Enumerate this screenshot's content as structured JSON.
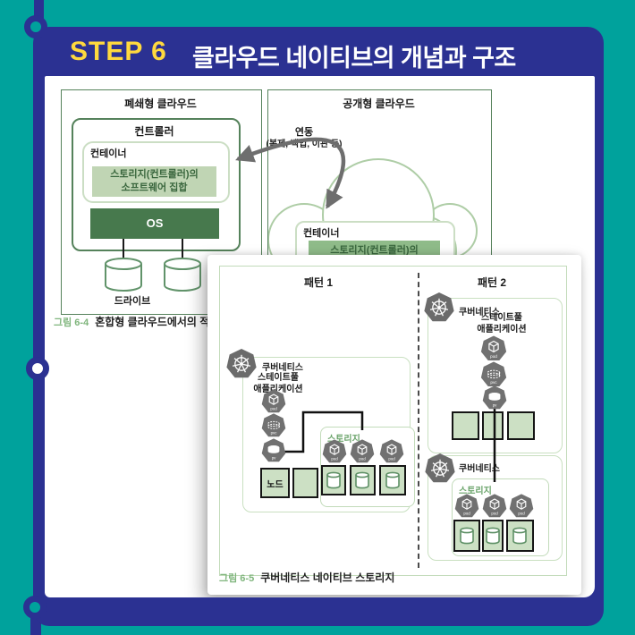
{
  "colors": {
    "teal_background": "#00A29C",
    "navy_frame": "#2B3192",
    "step_yellow": "#FFD93E",
    "green_border_dark": "#55825B",
    "green_fill_light": "#C0D5B4",
    "green_fill_mid": "#8FBB89",
    "os_green": "#47794D",
    "icon_gray": "#717171",
    "caption_green": "#7FB57C"
  },
  "header": {
    "step": "STEP 6",
    "title": "클라우드 네이티브의 개념과 구조"
  },
  "fig64": {
    "closed": {
      "title": "폐쇄형 클라우드",
      "controller": "컨트롤러",
      "container": "컨테이너",
      "software_line1": "스토리지(컨트롤러)의",
      "software_line2": "소프트웨어 집합",
      "os": "OS",
      "drive": "드라이브"
    },
    "open": {
      "title": "공개형 클라우드",
      "container": "컨테이너",
      "software": "스토리지(컨트롤러)의"
    },
    "link": {
      "title": "연동",
      "sub": "(복제, 백업, 이관 등)"
    },
    "caption": {
      "tag": "그림 6-4",
      "text": "혼합형 클라우드에서의 적"
    }
  },
  "fig65": {
    "pods": {
      "pod": "pod",
      "pvc": "pvc",
      "pv": "pv"
    },
    "p1": {
      "title": "패턴 1",
      "k8s": "쿠버네티스",
      "app_line1": "스테이트풀",
      "app_line2": "애플리케이션",
      "storage": "스토리지",
      "node": "노드"
    },
    "p2": {
      "title": "패턴 2",
      "k8s_top": "쿠버네티스",
      "k8s_bottom": "쿠버네티스",
      "app_line1": "스테이트풀",
      "app_line2": "애플리케이션",
      "storage": "스토리지"
    },
    "caption": {
      "tag": "그림 6-5",
      "text": "쿠버네티스 네이티브 스토리지"
    }
  }
}
